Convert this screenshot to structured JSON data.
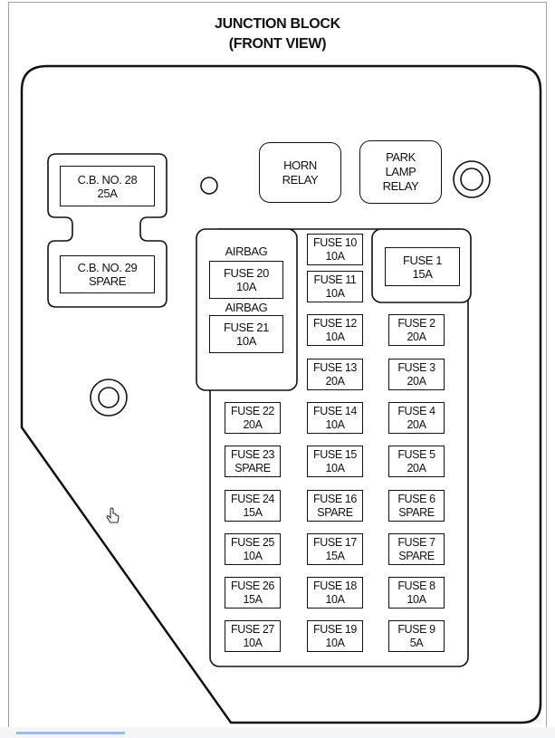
{
  "title": {
    "line1": "JUNCTION BLOCK",
    "line2": "(FRONT VIEW)"
  },
  "breakers": [
    {
      "line1": "C.B. NO. 28",
      "line2": "25A"
    },
    {
      "line1": "C.B. NO. 29",
      "line2": "SPARE"
    }
  ],
  "relays": {
    "horn": {
      "line1": "HORN",
      "line2": "RELAY"
    },
    "park": {
      "line1": "PARK",
      "line2": "LAMP",
      "line3": "RELAY"
    }
  },
  "airbag": {
    "label_top": "AIRBAG",
    "label_mid": "AIRBAG",
    "fuse20": {
      "name": "FUSE 20",
      "rating": "10A"
    },
    "fuse21": {
      "name": "FUSE 21",
      "rating": "10A"
    }
  },
  "fuse1": {
    "name": "FUSE 1",
    "rating": "15A"
  },
  "fuses": [
    {
      "name": "FUSE 10",
      "rating": "10A"
    },
    {
      "name": "FUSE 11",
      "rating": "10A"
    },
    {
      "name": "FUSE 12",
      "rating": "10A"
    },
    {
      "name": "FUSE 13",
      "rating": "20A"
    },
    {
      "name": "FUSE 14",
      "rating": "10A"
    },
    {
      "name": "FUSE 15",
      "rating": "10A"
    },
    {
      "name": "FUSE 16",
      "rating": "SPARE"
    },
    {
      "name": "FUSE 17",
      "rating": "15A"
    },
    {
      "name": "FUSE 18",
      "rating": "10A"
    },
    {
      "name": "FUSE 19",
      "rating": "10A"
    },
    {
      "name": "FUSE 2",
      "rating": "20A"
    },
    {
      "name": "FUSE 3",
      "rating": "20A"
    },
    {
      "name": "FUSE 4",
      "rating": "20A"
    },
    {
      "name": "FUSE 5",
      "rating": "20A"
    },
    {
      "name": "FUSE 6",
      "rating": "SPARE"
    },
    {
      "name": "FUSE 7",
      "rating": "SPARE"
    },
    {
      "name": "FUSE 8",
      "rating": "10A"
    },
    {
      "name": "FUSE 9",
      "rating": "5A"
    },
    {
      "name": "FUSE 22",
      "rating": "20A"
    },
    {
      "name": "FUSE 23",
      "rating": "SPARE"
    },
    {
      "name": "FUSE 24",
      "rating": "15A"
    },
    {
      "name": "FUSE 25",
      "rating": "10A"
    },
    {
      "name": "FUSE 26",
      "rating": "15A"
    },
    {
      "name": "FUSE 27",
      "rating": "10A"
    }
  ],
  "icons": {
    "mounting_hole": "circle-hole-icon",
    "bolt": "bolt-icon",
    "cursor": "hand-cursor-icon"
  }
}
